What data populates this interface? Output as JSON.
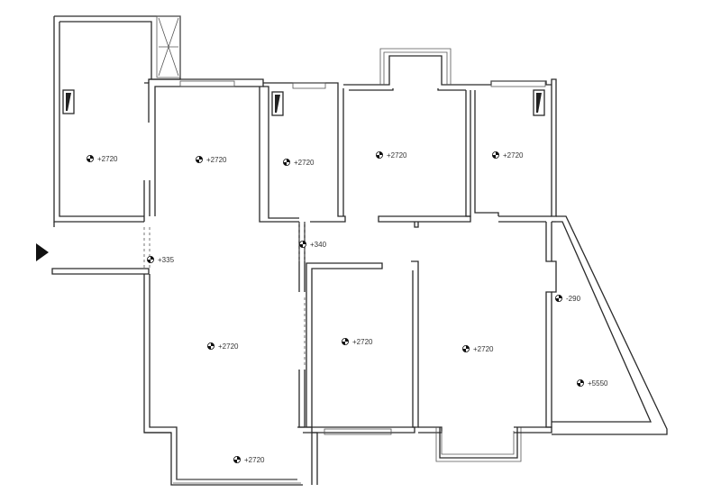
{
  "plan": {
    "watermark_text": "",
    "entry_marker": "entry-arrow",
    "elevations": [
      {
        "id": "room-nw",
        "value": "+2720"
      },
      {
        "id": "room-n-hall",
        "value": "+2720"
      },
      {
        "id": "room-mid-small",
        "value": "+2720"
      },
      {
        "id": "room-n-mid",
        "value": "+2720"
      },
      {
        "id": "room-ne",
        "value": "+2720"
      },
      {
        "id": "corridor-a",
        "value": "+335"
      },
      {
        "id": "corridor-b",
        "value": "+340"
      },
      {
        "id": "living",
        "value": "+2720"
      },
      {
        "id": "room-s-mid",
        "value": "+2720"
      },
      {
        "id": "room-se",
        "value": "+2720"
      },
      {
        "id": "balcony-e-top",
        "value": "-290"
      },
      {
        "id": "balcony-e",
        "value": "+5550"
      },
      {
        "id": "balcony-s",
        "value": "+2720"
      }
    ]
  }
}
